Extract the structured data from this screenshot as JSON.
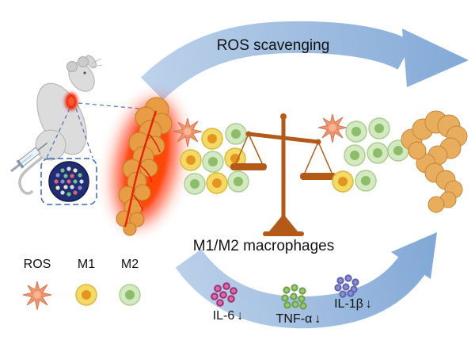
{
  "figure": {
    "top_arrow": {
      "label": "ROS scavenging"
    },
    "bottom_arrow": {
      "label": "M1/M2 macrophages"
    },
    "cytokines": [
      {
        "label": "IL-6",
        "trend": "↓",
        "dot_color": "#c94f9b"
      },
      {
        "label": "TNF-α",
        "trend": "↓",
        "dot_color": "#9cc873"
      },
      {
        "label": "IL-1β",
        "trend": "↓",
        "dot_color": "#8a8ed6"
      }
    ],
    "legend": {
      "items": [
        {
          "label": "ROS",
          "icon": "ros-burst-icon",
          "color": "#ef9572"
        },
        {
          "label": "M1",
          "icon": "m1-macrophage-icon",
          "color": "#f3d966"
        },
        {
          "label": "M2",
          "icon": "m2-macrophage-icon",
          "color": "#d4e8c2"
        }
      ]
    },
    "colors": {
      "arrow_light": "#b9cfe9",
      "arrow_dark": "#84aad7",
      "balance": "#b35a18",
      "inflamed_glow": "#ff2a00",
      "pancreas_inflamed": "#e89d45",
      "pancreas_healthy": "#e9ae5d",
      "nanoparticle_core": "#202d70"
    }
  }
}
